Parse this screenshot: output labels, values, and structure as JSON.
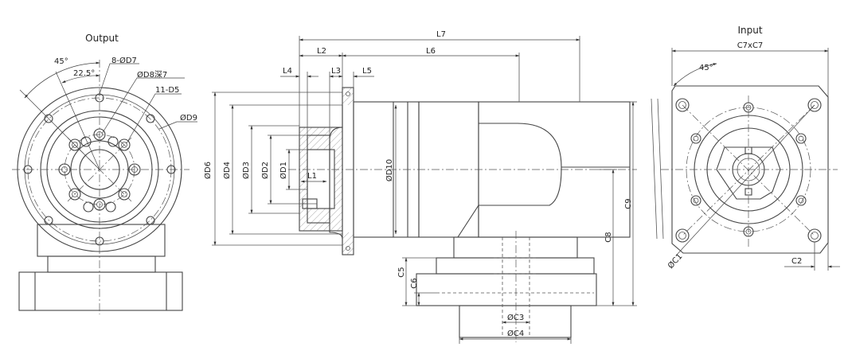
{
  "views": {
    "output": {
      "title": "Output"
    },
    "side": {
      "title": ""
    },
    "input": {
      "title": "Input"
    }
  },
  "labels": {
    "angle_45_out": "45°",
    "angle_22_5": "22.5°",
    "hole_8_d7": "8-ØD7",
    "hole_d8": "ØD8深7",
    "hole_11_d5": "11-D5",
    "dia_d9": "ØD9",
    "l7": "L7",
    "l2": "L2",
    "l6": "L6",
    "l4": "L4",
    "l3": "L3",
    "l5": "L5",
    "l1": "L1",
    "d6": "ØD6",
    "d4": "ØD4",
    "d3": "ØD3",
    "d2": "ØD2",
    "d1": "ØD1",
    "d10": "ØD10",
    "c9": "C9",
    "c8": "C8",
    "c5": "C5",
    "c6": "C6",
    "c3": "ØC3",
    "c4": "ØC4",
    "c7xc7": "C7xC7",
    "angle_45_in": "45°",
    "c1": "ØC1",
    "c2": "C2"
  }
}
